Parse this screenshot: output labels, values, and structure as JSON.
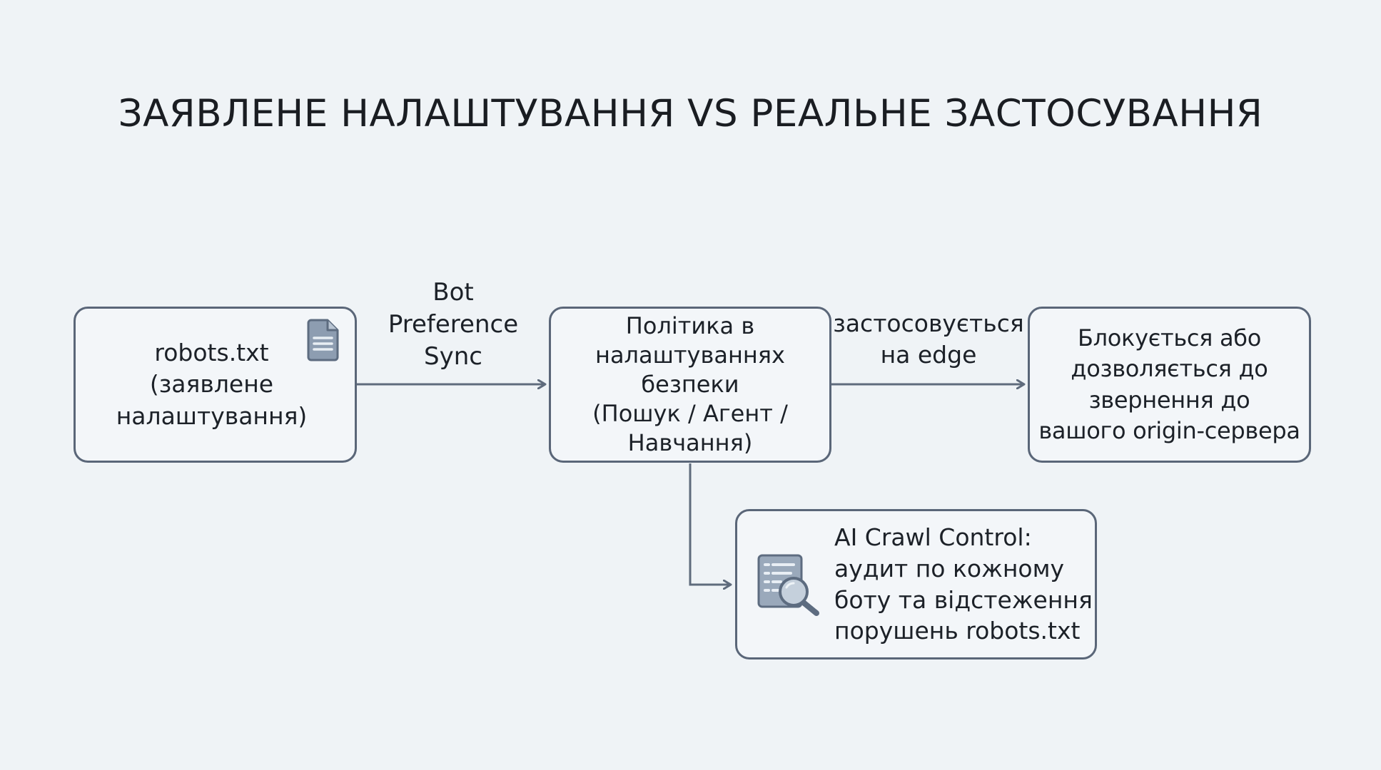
{
  "title": "ЗАЯВЛЕНЕ НАЛАШТУВАННЯ VS РЕАЛЬНЕ ЗАСТОСУВАННЯ",
  "nodes": {
    "robots": {
      "text": "robots.txt\n(заявлене\nналаштування)",
      "icon": "document-icon"
    },
    "policy": {
      "text": "Політика в\nналаштуваннях\nбезпеки\n(Пошук / Агент /\nНавчання)"
    },
    "result": {
      "text": "Блокується або\nдозволяється до\nзвернення до\nвашого origin-сервера"
    },
    "audit": {
      "text": "AI Crawl Control:\nаудит по кожному\nботу та відстеження\nпорушень robots.txt",
      "icon": "audit-search-icon"
    }
  },
  "edges": {
    "sync": "Bot\nPreference\nSync",
    "enforce": "застосовується\nна edge"
  },
  "colors": {
    "background": "#eff3f6",
    "border": "#5a6678",
    "arrow": "#5f6b7c",
    "icon": "#6b7a8f"
  }
}
